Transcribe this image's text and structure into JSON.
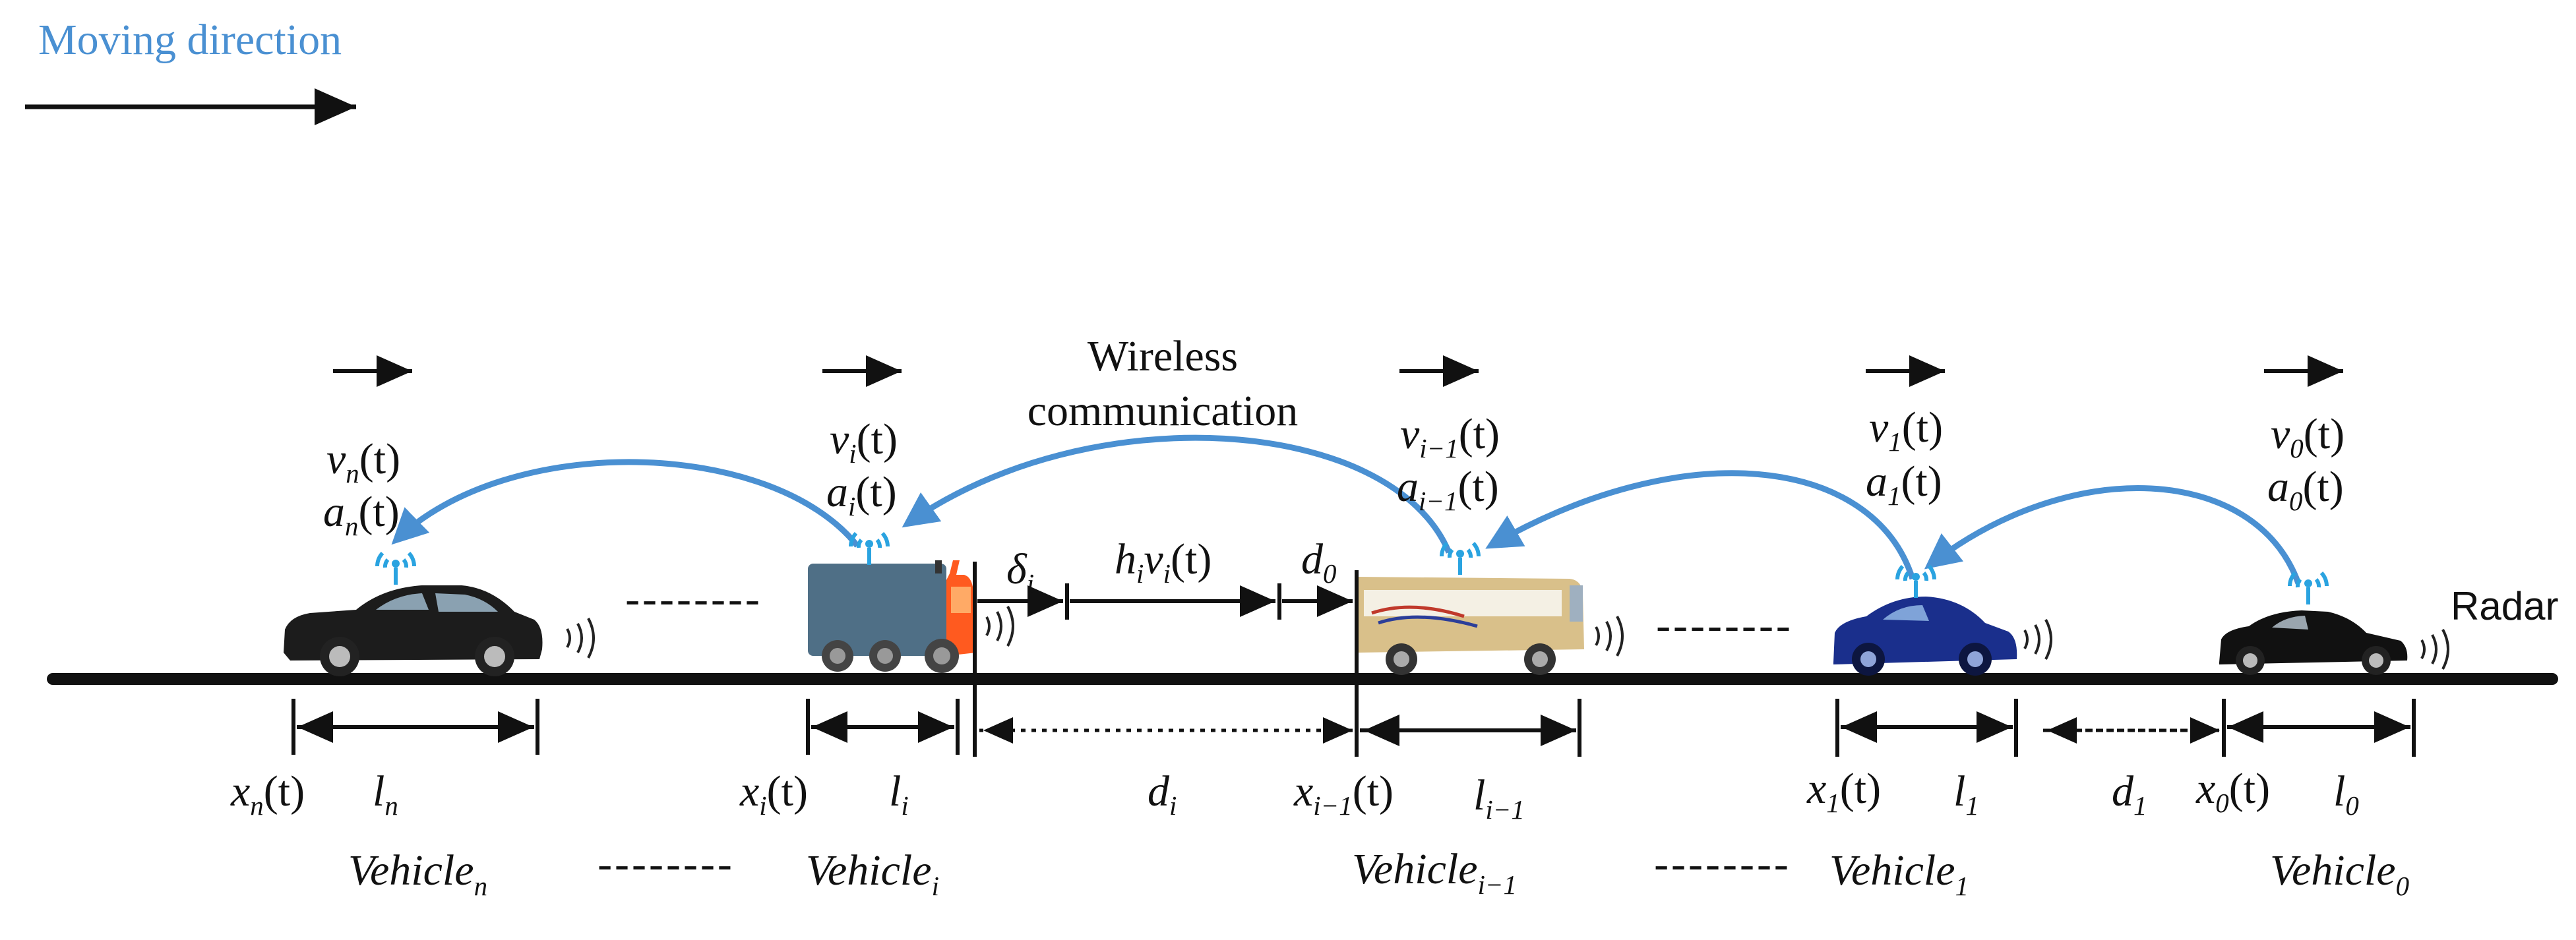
{
  "header": {
    "moving_direction": "Moving direction"
  },
  "labels": {
    "wireless_line1": "Wireless",
    "wireless_line2": "communication",
    "radar": "Radar",
    "ellipsis": "--------"
  },
  "math": {
    "v": "v",
    "a": "a",
    "t": "(t)",
    "x": "x",
    "l": "l",
    "d": "d",
    "h": "h",
    "delta": "δ",
    "vehicle": "Vehicle",
    "sub_n": "n",
    "sub_i": "i",
    "sub_im1": "i−1",
    "sub_1": "1",
    "sub_0": "0"
  },
  "colors": {
    "accent_blue": "#4a90d2",
    "signal_blue": "#2aa3e0",
    "road": "#111111"
  },
  "vehicles": [
    {
      "id": "n",
      "type": "sedan",
      "color": "#1c1c1c"
    },
    {
      "id": "i",
      "type": "truck",
      "color": "#4f6f86",
      "cab": "#ff5a1f"
    },
    {
      "id": "i-1",
      "type": "bus",
      "color": "#d9c08a"
    },
    {
      "id": "1",
      "type": "sportscar",
      "color": "#1a2f8c"
    },
    {
      "id": "0",
      "type": "sedan",
      "color": "#111111"
    }
  ]
}
